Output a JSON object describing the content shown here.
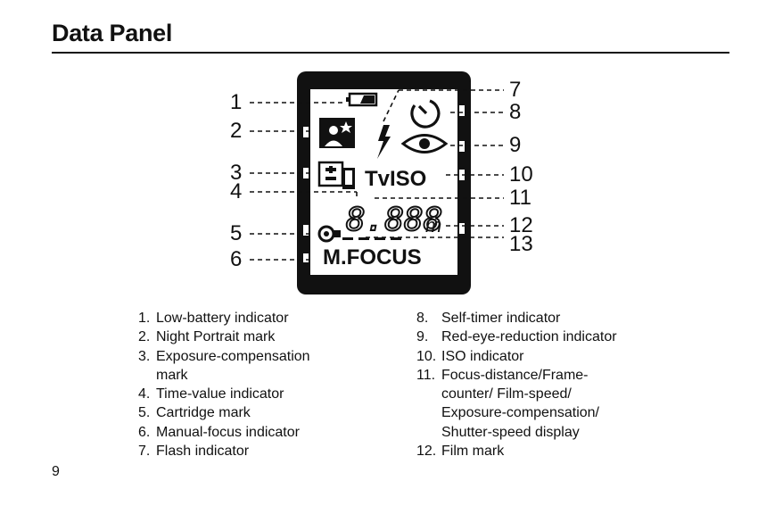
{
  "page": {
    "title": "Data Panel",
    "number": "9"
  },
  "lcd": {
    "tv_iso": "TvISO",
    "counter": "8.888",
    "unit": "m",
    "mode_text": "M.FOCUS"
  },
  "callouts": [
    "1",
    "2",
    "3",
    "4",
    "5",
    "6",
    "7",
    "8",
    "9",
    "10",
    "11",
    "12",
    "13"
  ],
  "legend_left": [
    {
      "num": "1.",
      "text": "Low-battery indicator"
    },
    {
      "num": "2.",
      "text": "Night Portrait mark"
    },
    {
      "num": "3.",
      "text": "Exposure-compensation mark"
    },
    {
      "num": "4.",
      "text": "Time-value indicator"
    },
    {
      "num": "5.",
      "text": "Cartridge mark"
    },
    {
      "num": "6.",
      "text": "Manual-focus indicator"
    },
    {
      "num": "7.",
      "text": "Flash indicator"
    }
  ],
  "legend_right": [
    {
      "num": "8.",
      "text": "Self-timer indicator"
    },
    {
      "num": "9.",
      "text": "Red-eye-reduction indicator"
    },
    {
      "num": "10.",
      "text": "ISO indicator"
    },
    {
      "num": "11.",
      "text": "Focus-distance/Frame-counter/ Film-speed/ Exposure-compensation/ Shutter-speed display"
    },
    {
      "num": "12.",
      "text": "Film mark"
    }
  ],
  "icons": {
    "battery": "low-battery-icon",
    "night_portrait": "night-portrait-icon",
    "exposure_comp": "exposure-compensation-icon",
    "flash": "flash-icon",
    "self_timer": "self-timer-icon",
    "red_eye": "red-eye-icon",
    "cartridge": "cartridge-icon"
  }
}
